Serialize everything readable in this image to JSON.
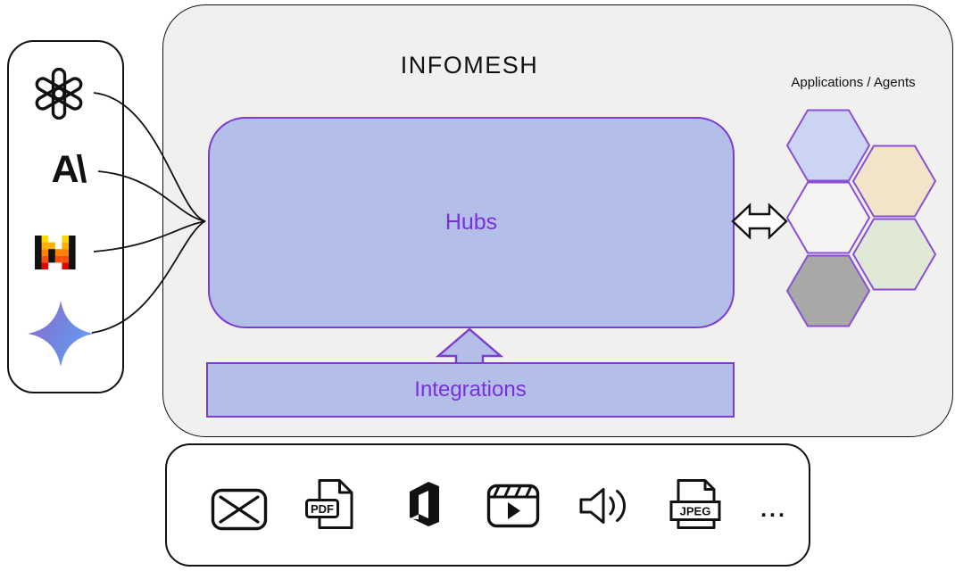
{
  "title": "INFOMESH",
  "hub": {
    "label": "Hubs"
  },
  "integrations": {
    "label": "Integrations"
  },
  "applications": {
    "label": "Applications / Agents"
  },
  "providers": [
    {
      "name": "openai",
      "icon": "openai-logo"
    },
    {
      "name": "anthropic",
      "icon": "anthropic-logo",
      "glyph": "A\\"
    },
    {
      "name": "mistral",
      "icon": "mistral-logo"
    },
    {
      "name": "gemini",
      "icon": "gemini-logo"
    }
  ],
  "file_types": [
    {
      "name": "email",
      "icon": "email-envelope-icon"
    },
    {
      "name": "pdf",
      "icon": "pdf-file-icon",
      "label": "PDF"
    },
    {
      "name": "office",
      "icon": "office-suite-icon"
    },
    {
      "name": "video",
      "icon": "video-media-icon"
    },
    {
      "name": "audio",
      "icon": "audio-speaker-icon"
    },
    {
      "name": "jpeg",
      "icon": "jpeg-image-icon",
      "label": "JPEG"
    },
    {
      "name": "more",
      "label": "..."
    }
  ],
  "hexagons": [
    {
      "name": "hex-lavender",
      "fill": "#ccd4f4"
    },
    {
      "name": "hex-beige",
      "fill": "#f2e4c8"
    },
    {
      "name": "hex-white",
      "fill": "#f4f4f3"
    },
    {
      "name": "hex-green",
      "fill": "#dfe9d6"
    },
    {
      "name": "hex-gray",
      "fill": "#a8a8a6"
    }
  ],
  "colors": {
    "container_bg": "#f0f0ee",
    "hub_fill": "#b3bfe9",
    "hub_border": "#7d3bd2",
    "hub_text": "#7b2fe0",
    "hex_border": "#8b4fd6",
    "line": "#111111",
    "mistral_yellow": "#ffd800",
    "mistral_amber": "#ffaf00",
    "mistral_orange": "#ff8205",
    "mistral_vermilion": "#fa500f",
    "mistral_red": "#e10500"
  }
}
